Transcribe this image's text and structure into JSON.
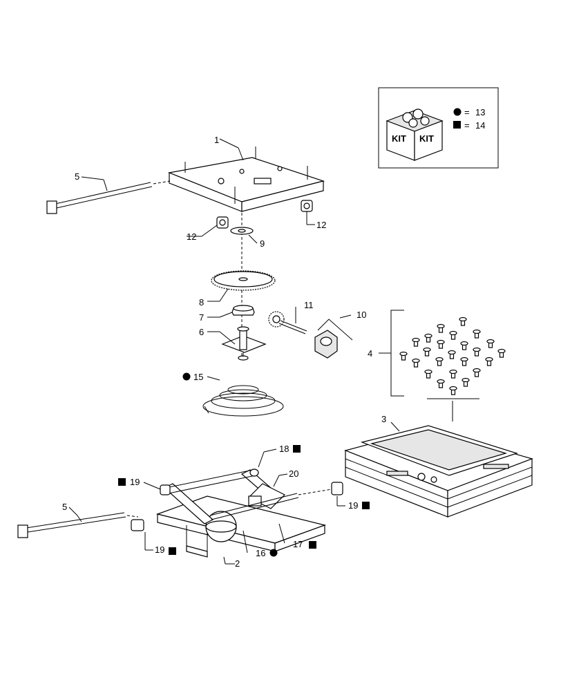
{
  "legend": {
    "box_text": "KIT",
    "circle_symbol": "circle",
    "circle_eq": "=",
    "circle_value": "13",
    "square_symbol": "square",
    "square_eq": "=",
    "square_value": "14"
  },
  "callouts": {
    "p1": "1",
    "p2": "2",
    "p3": "3",
    "p4": "4",
    "p5_top": "5",
    "p5_bottom": "5",
    "p6": "6",
    "p7": "7",
    "p8": "8",
    "p9": "9",
    "p10": "10",
    "p11": "11",
    "p12_left": "12",
    "p12_right": "12",
    "p15": "15",
    "p16": "16",
    "p17": "17",
    "p18": "18",
    "p19_left": "19",
    "p19_right": "19",
    "p19_bottom": "19",
    "p20": "20"
  },
  "colors": {
    "line": "#000000",
    "fill": "#ffffff",
    "shade": "#e6e6e6"
  }
}
